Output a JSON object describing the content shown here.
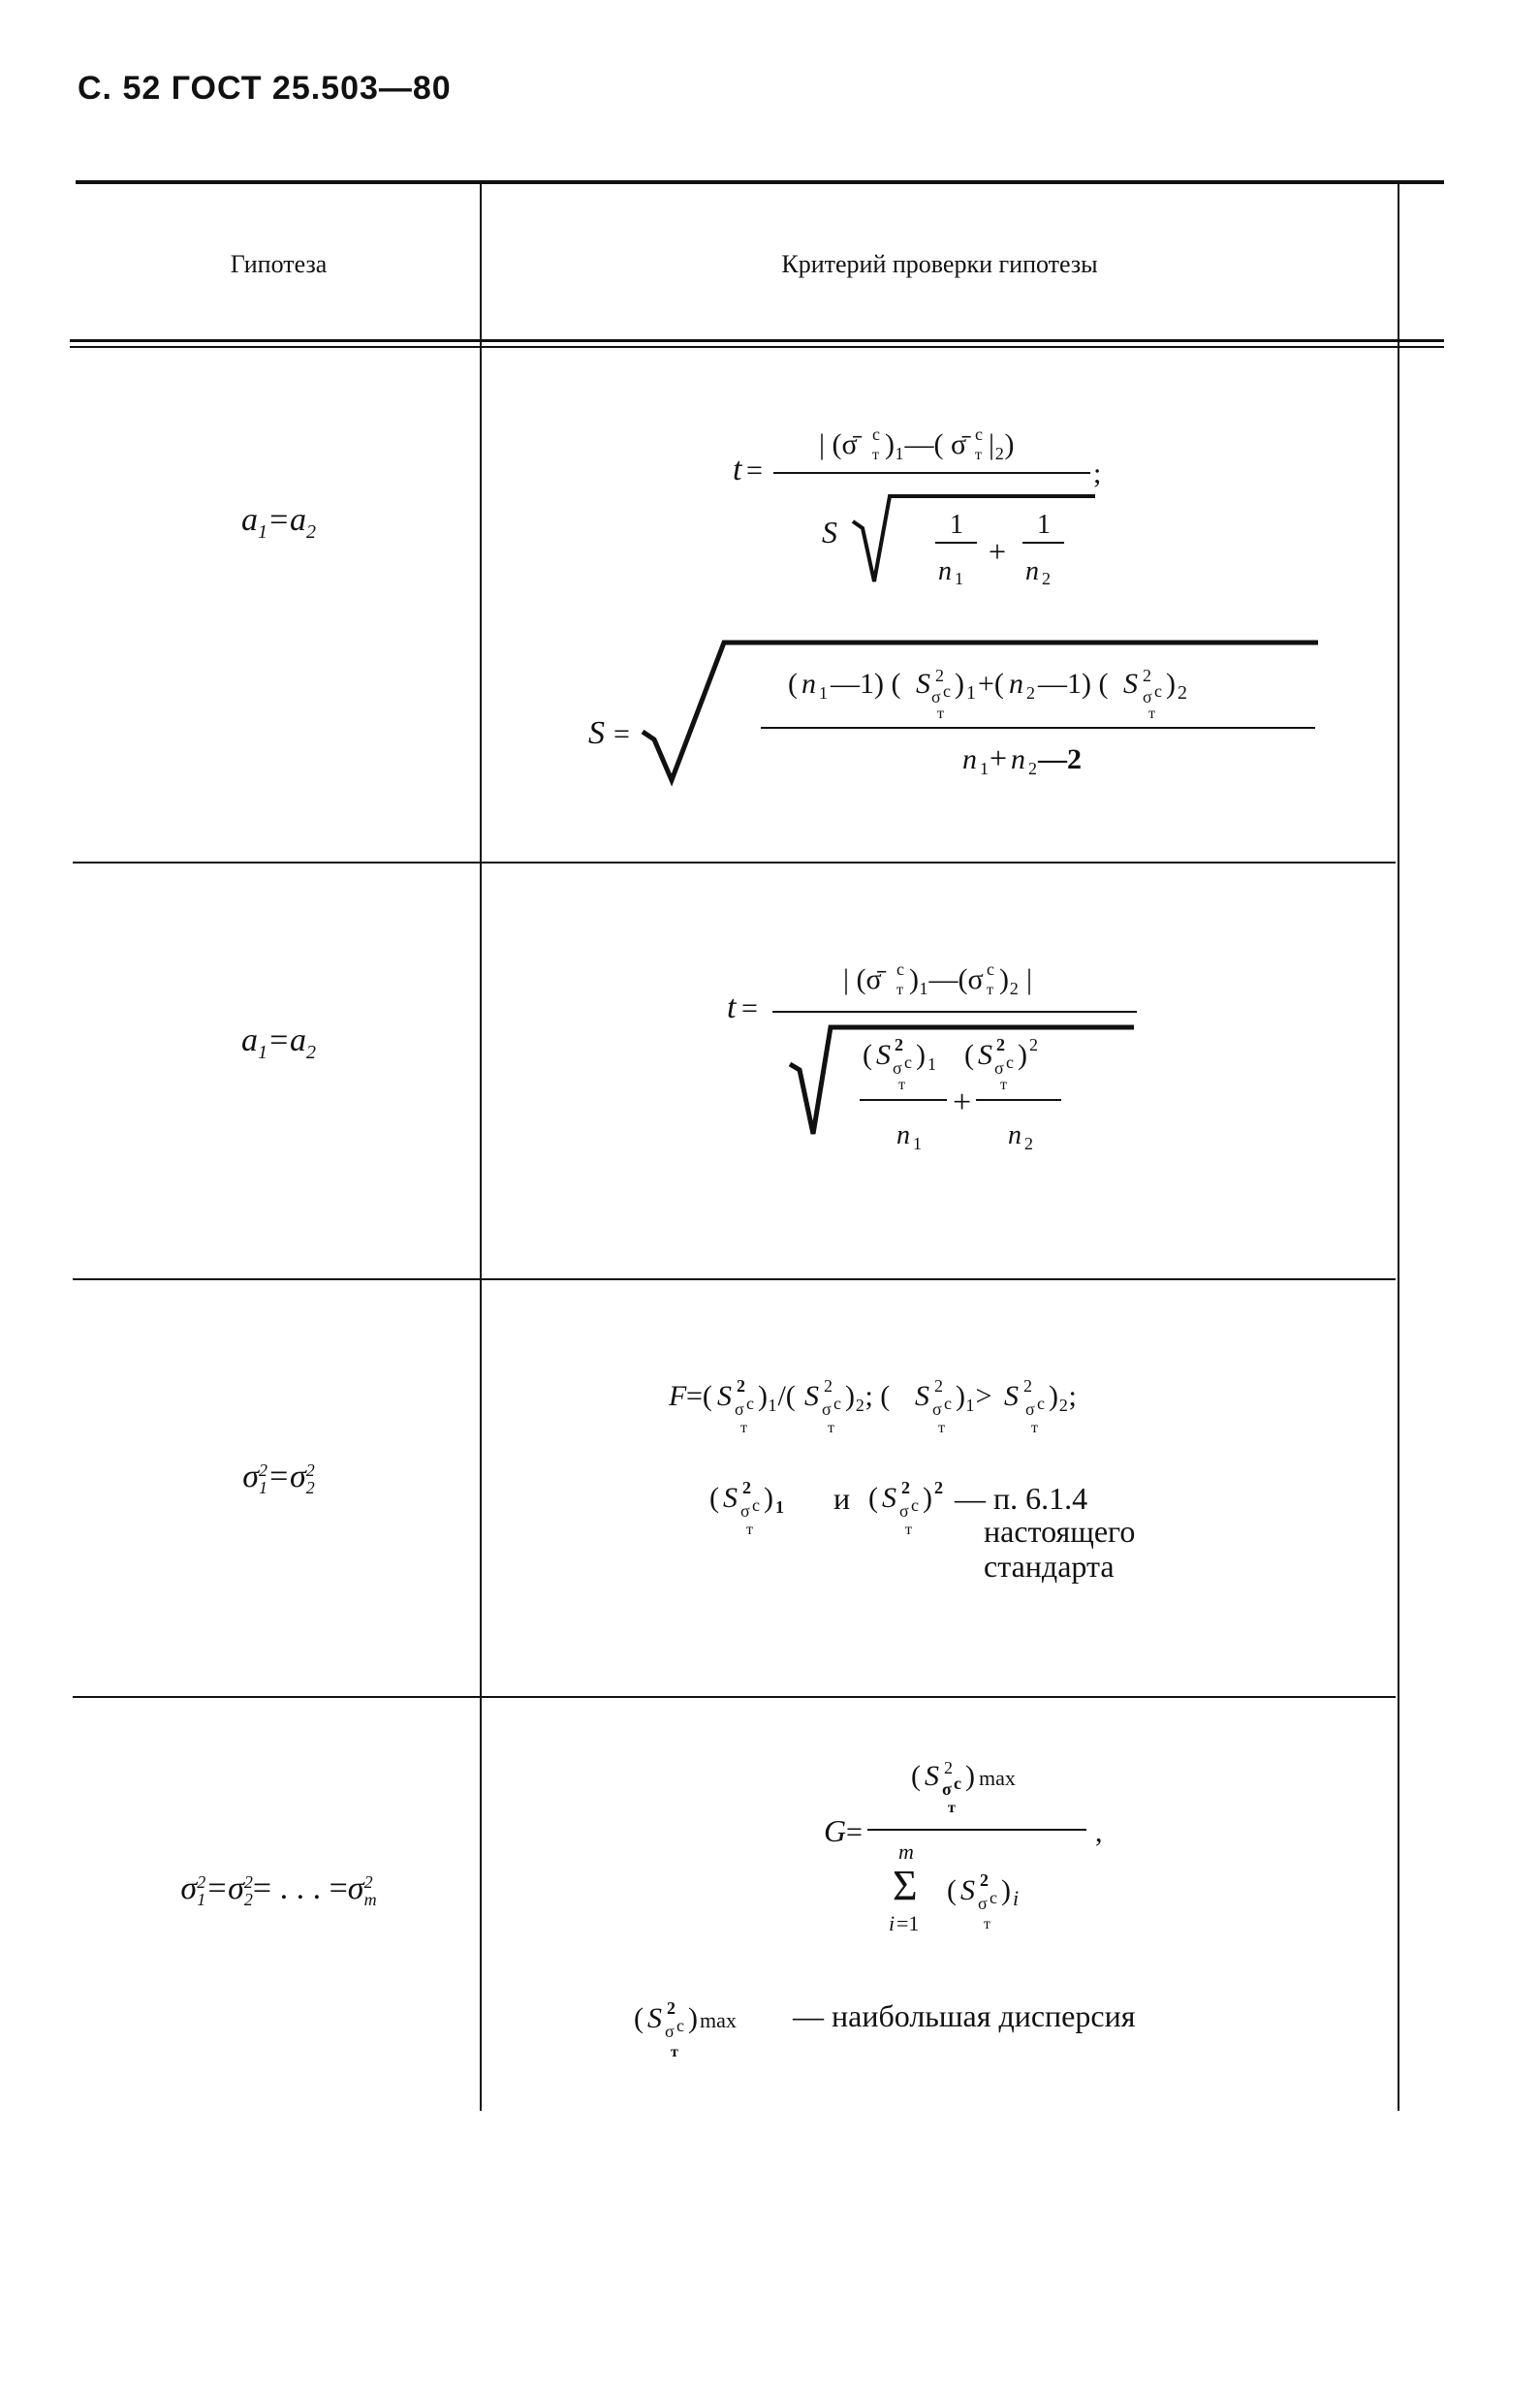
{
  "header": {
    "page_label": "С. 52 ГОСТ 25.503—80"
  },
  "table": {
    "col_hypothesis": "Гипотеза",
    "col_criterion": "Критерий проверки гипотезы",
    "rows": [
      {
        "hypothesis": "a₁=a₂",
        "criterion": "t = |(σ̄ᶜₜ)₁ − (σ̄ᶜₜ)₂| / (S·√(1/n₁ + 1/n₂)); S = √[((n₁−1)(S²σᶜₜ)₁ + (n₂−1)(S²σᶜₜ)₂)/(n₁+n₂−2)]"
      },
      {
        "hypothesis": "a₁=a₂",
        "criterion": "t = |(σ̄ᶜₜ)₁ − (σᶜₜ)₂| / √((S²σᶜₜ)₁/n₁ + (S²σᶜₜ)²/n₂)"
      },
      {
        "hypothesis": "σ₁²=σ₂²",
        "criterion": "F=(S²σᶜₜ)₁/(S²σᶜₜ)₂; (S²σᶜₜ)₁>S²σᶜₜ)₂;",
        "note_and": "и",
        "note_ref": "— п. 6.1.4",
        "note_line2": "настоящего",
        "note_line3": "стандарта"
      },
      {
        "hypothesis": "σ₁²=σ₂²= . . . =σₘ²",
        "criterion": "G = (S²σᶜₜ)max / Σᵢ₌₁ᵐ (S²σᶜₜ)ᵢ ,",
        "note": "— наибольшая дисперсия"
      }
    ]
  }
}
